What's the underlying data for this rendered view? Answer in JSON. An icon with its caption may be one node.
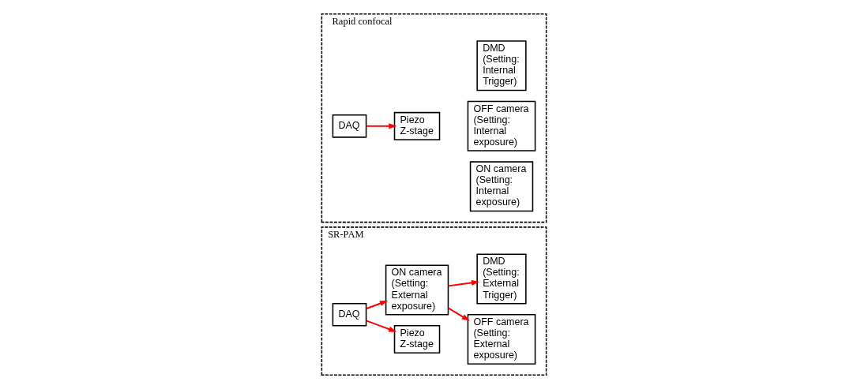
{
  "diagram": {
    "nodes": [
      {
        "text": [
          "SR-PAM"
        ]
      },
      {
        "text": [
          "DAQ"
        ],
        "in": 0
      },
      {
        "text": [
          "Piezo Z-stage"
        ],
        "in": 0
      },
      {
        "text": [
          "ON camera (Setting: External exposure)"
        ],
        "in": 0
      },
      {
        "text": [
          "OFF camera (Setting: External exposure)"
        ],
        "in": 0
      },
      {
        "text": [
          "DMD (Setting: External Trigger)"
        ],
        "in": 0
      },
      {
        "text": [
          "Rapid confocal"
        ]
      },
      {
        "text": [
          "DAQ"
        ],
        "in": 6
      },
      {
        "text": [
          "Piezo Z-stage"
        ],
        "in": 6
      },
      {
        "text": [
          "ON camera (Setting: Internal exposure)"
        ],
        "in": 6
      },
      {
        "text": [
          "OFF camera (Setting: Internal exposure)"
        ],
        "in": 6
      },
      {
        "text": [
          "DMD (Setting: Internal Trigger)"
        ],
        "in": 6
      }
    ],
    "edges": [
      {
        "from": 1,
        "to": 2,
        "arrow": "to"
      },
      {
        "from": 1,
        "to": 3,
        "arrow": "to"
      },
      {
        "from": 3,
        "to": 4,
        "arrow": "to"
      },
      {
        "from": 3,
        "to": 5,
        "arrow": "to"
      },
      {
        "from": 7,
        "to": 8,
        "arrow": "to"
      }
    ]
  }
}
